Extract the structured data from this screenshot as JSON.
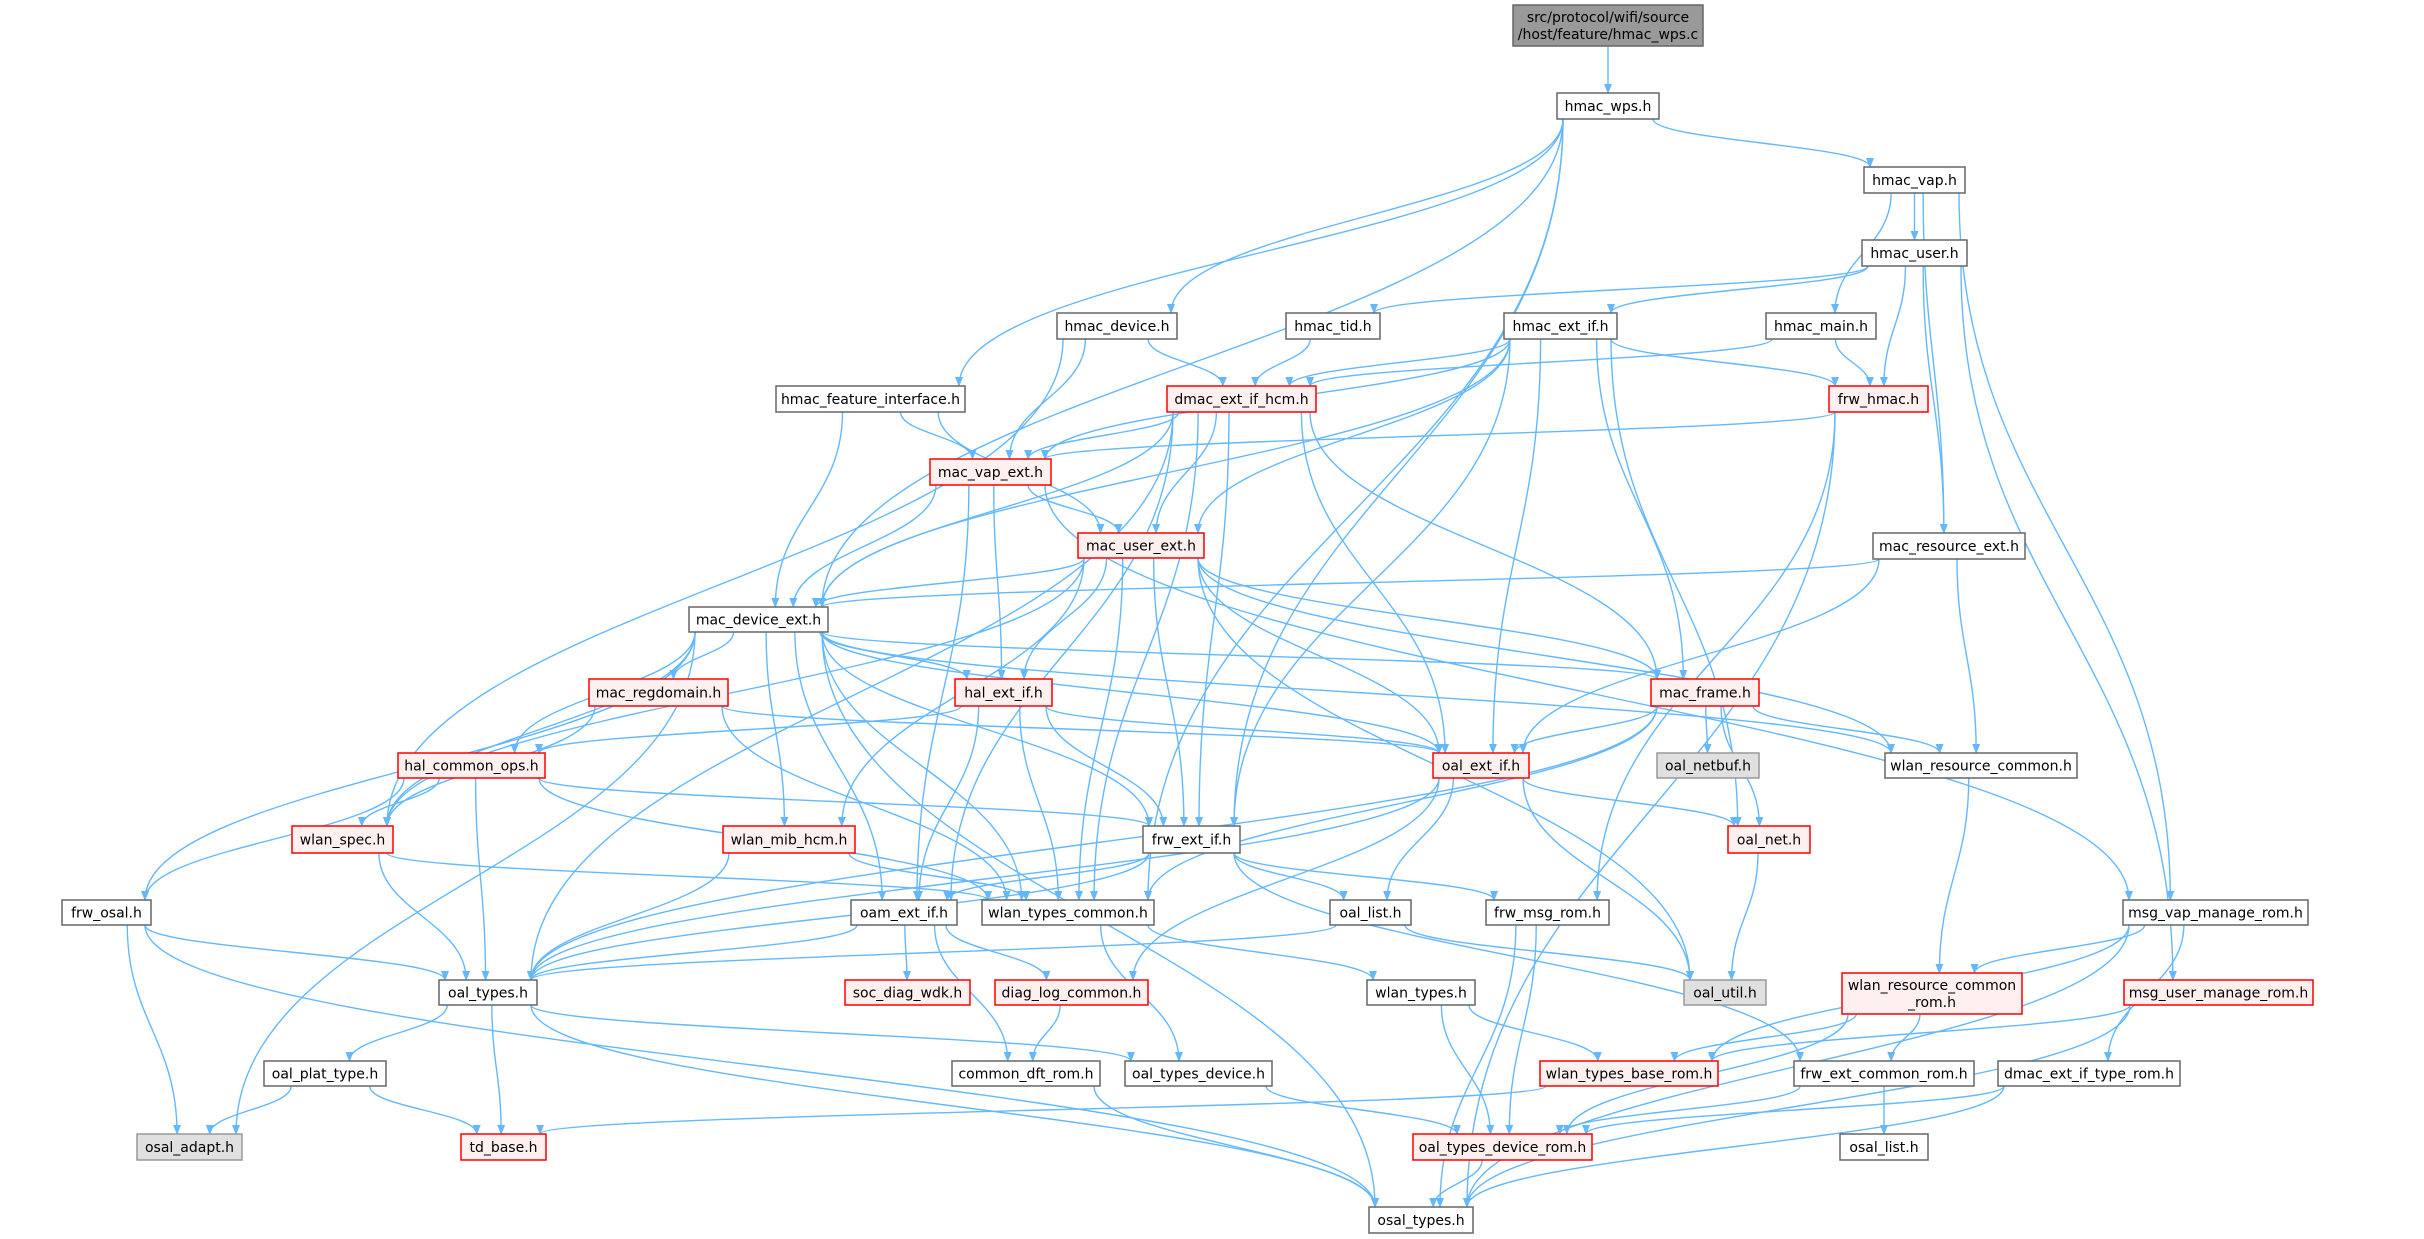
{
  "graph": {
    "edge_color": "#63B8FF",
    "nodes": [
      {
        "id": "root",
        "lines": [
          "src/protocol/wifi/source",
          "/host/feature/hmac_wps.c"
        ],
        "style": "root"
      },
      {
        "id": "hmac_wps.h",
        "lines": [
          "hmac_wps.h"
        ],
        "style": "normal"
      },
      {
        "id": "hmac_vap.h",
        "lines": [
          "hmac_vap.h"
        ],
        "style": "normal"
      },
      {
        "id": "hmac_user.h",
        "lines": [
          "hmac_user.h"
        ],
        "style": "normal"
      },
      {
        "id": "hmac_device.h",
        "lines": [
          "hmac_device.h"
        ],
        "style": "normal"
      },
      {
        "id": "hmac_tid.h",
        "lines": [
          "hmac_tid.h"
        ],
        "style": "normal"
      },
      {
        "id": "hmac_ext_if.h",
        "lines": [
          "hmac_ext_if.h"
        ],
        "style": "normal"
      },
      {
        "id": "hmac_main.h",
        "lines": [
          "hmac_main.h"
        ],
        "style": "normal"
      },
      {
        "id": "hmac_feature_interface.h",
        "lines": [
          "hmac_feature_interface.h"
        ],
        "style": "normal"
      },
      {
        "id": "dmac_ext_if_hcm.h",
        "lines": [
          "dmac_ext_if_hcm.h"
        ],
        "style": "red"
      },
      {
        "id": "frw_hmac.h",
        "lines": [
          "frw_hmac.h"
        ],
        "style": "red"
      },
      {
        "id": "mac_vap_ext.h",
        "lines": [
          "mac_vap_ext.h"
        ],
        "style": "red"
      },
      {
        "id": "mac_user_ext.h",
        "lines": [
          "mac_user_ext.h"
        ],
        "style": "red"
      },
      {
        "id": "mac_resource_ext.h",
        "lines": [
          "mac_resource_ext.h"
        ],
        "style": "normal"
      },
      {
        "id": "mac_device_ext.h",
        "lines": [
          "mac_device_ext.h"
        ],
        "style": "normal"
      },
      {
        "id": "mac_regdomain.h",
        "lines": [
          "mac_regdomain.h"
        ],
        "style": "red"
      },
      {
        "id": "hal_ext_if.h",
        "lines": [
          "hal_ext_if.h"
        ],
        "style": "red"
      },
      {
        "id": "mac_frame.h",
        "lines": [
          "mac_frame.h"
        ],
        "style": "red"
      },
      {
        "id": "hal_common_ops.h",
        "lines": [
          "hal_common_ops.h"
        ],
        "style": "red"
      },
      {
        "id": "oal_ext_if.h",
        "lines": [
          "oal_ext_if.h"
        ],
        "style": "red"
      },
      {
        "id": "oal_netbuf.h",
        "lines": [
          "oal_netbuf.h"
        ],
        "style": "gray"
      },
      {
        "id": "wlan_resource_common.h",
        "lines": [
          "wlan_resource_common.h"
        ],
        "style": "normal"
      },
      {
        "id": "wlan_spec.h",
        "lines": [
          "wlan_spec.h"
        ],
        "style": "red"
      },
      {
        "id": "wlan_mib_hcm.h",
        "lines": [
          "wlan_mib_hcm.h"
        ],
        "style": "red"
      },
      {
        "id": "frw_ext_if.h",
        "lines": [
          "frw_ext_if.h"
        ],
        "style": "normal"
      },
      {
        "id": "oal_net.h",
        "lines": [
          "oal_net.h"
        ],
        "style": "red"
      },
      {
        "id": "frw_osal.h",
        "lines": [
          "frw_osal.h"
        ],
        "style": "normal"
      },
      {
        "id": "oam_ext_if.h",
        "lines": [
          "oam_ext_if.h"
        ],
        "style": "normal"
      },
      {
        "id": "wlan_types_common.h",
        "lines": [
          "wlan_types_common.h"
        ],
        "style": "normal"
      },
      {
        "id": "oal_list.h",
        "lines": [
          "oal_list.h"
        ],
        "style": "normal"
      },
      {
        "id": "frw_msg_rom.h",
        "lines": [
          "frw_msg_rom.h"
        ],
        "style": "normal"
      },
      {
        "id": "msg_vap_manage_rom.h",
        "lines": [
          "msg_vap_manage_rom.h"
        ],
        "style": "normal"
      },
      {
        "id": "oal_types.h",
        "lines": [
          "oal_types.h"
        ],
        "style": "normal"
      },
      {
        "id": "soc_diag_wdk.h",
        "lines": [
          "soc_diag_wdk.h"
        ],
        "style": "red"
      },
      {
        "id": "diag_log_common.h",
        "lines": [
          "diag_log_common.h"
        ],
        "style": "red"
      },
      {
        "id": "wlan_types.h",
        "lines": [
          "wlan_types.h"
        ],
        "style": "normal"
      },
      {
        "id": "oal_util.h",
        "lines": [
          "oal_util.h"
        ],
        "style": "gray"
      },
      {
        "id": "wlan_resource_common_rom.h",
        "lines": [
          "wlan_resource_common",
          "_rom.h"
        ],
        "style": "red"
      },
      {
        "id": "msg_user_manage_rom.h",
        "lines": [
          "msg_user_manage_rom.h"
        ],
        "style": "red"
      },
      {
        "id": "oal_plat_type.h",
        "lines": [
          "oal_plat_type.h"
        ],
        "style": "normal"
      },
      {
        "id": "common_dft_rom.h",
        "lines": [
          "common_dft_rom.h"
        ],
        "style": "normal"
      },
      {
        "id": "oal_types_device.h",
        "lines": [
          "oal_types_device.h"
        ],
        "style": "normal"
      },
      {
        "id": "wlan_types_base_rom.h",
        "lines": [
          "wlan_types_base_rom.h"
        ],
        "style": "red"
      },
      {
        "id": "frw_ext_common_rom.h",
        "lines": [
          "frw_ext_common_rom.h"
        ],
        "style": "normal"
      },
      {
        "id": "dmac_ext_if_type_rom.h",
        "lines": [
          "dmac_ext_if_type_rom.h"
        ],
        "style": "normal"
      },
      {
        "id": "osal_adapt.h",
        "lines": [
          "osal_adapt.h"
        ],
        "style": "gray"
      },
      {
        "id": "td_base.h",
        "lines": [
          "td_base.h"
        ],
        "style": "red"
      },
      {
        "id": "oal_types_device_rom.h",
        "lines": [
          "oal_types_device_rom.h"
        ],
        "style": "red"
      },
      {
        "id": "osal_list.h",
        "lines": [
          "osal_list.h"
        ],
        "style": "normal"
      },
      {
        "id": "osal_types.h",
        "lines": [
          "osal_types.h"
        ],
        "style": "normal"
      }
    ],
    "edges": [
      [
        "root",
        "hmac_wps.h"
      ],
      [
        "hmac_wps.h",
        "hmac_vap.h"
      ],
      [
        "hmac_wps.h",
        "hmac_device.h"
      ],
      [
        "hmac_wps.h",
        "hmac_feature_interface.h"
      ],
      [
        "hmac_wps.h",
        "mac_device_ext.h"
      ],
      [
        "hmac_wps.h",
        "frw_ext_if.h"
      ],
      [
        "hmac_wps.h",
        "wlan_types_common.h"
      ],
      [
        "hmac_vap.h",
        "hmac_user.h"
      ],
      [
        "hmac_vap.h",
        "hmac_main.h"
      ],
      [
        "hmac_vap.h",
        "mac_resource_ext.h"
      ],
      [
        "hmac_vap.h",
        "msg_vap_manage_rom.h"
      ],
      [
        "hmac_user.h",
        "hmac_tid.h"
      ],
      [
        "hmac_user.h",
        "hmac_ext_if.h"
      ],
      [
        "hmac_user.h",
        "frw_hmac.h"
      ],
      [
        "hmac_user.h",
        "mac_resource_ext.h"
      ],
      [
        "hmac_user.h",
        "msg_user_manage_rom.h"
      ],
      [
        "hmac_device.h",
        "dmac_ext_if_hcm.h"
      ],
      [
        "hmac_device.h",
        "mac_vap_ext.h"
      ],
      [
        "hmac_device.h",
        "wlan_spec.h"
      ],
      [
        "hmac_tid.h",
        "dmac_ext_if_hcm.h"
      ],
      [
        "hmac_ext_if.h",
        "dmac_ext_if_hcm.h"
      ],
      [
        "hmac_ext_if.h",
        "frw_hmac.h"
      ],
      [
        "hmac_ext_if.h",
        "mac_vap_ext.h"
      ],
      [
        "hmac_ext_if.h",
        "mac_user_ext.h"
      ],
      [
        "hmac_ext_if.h",
        "mac_device_ext.h"
      ],
      [
        "hmac_ext_if.h",
        "mac_frame.h"
      ],
      [
        "hmac_ext_if.h",
        "oal_ext_if.h"
      ],
      [
        "hmac_ext_if.h",
        "frw_ext_if.h"
      ],
      [
        "hmac_ext_if.h",
        "oal_net.h"
      ],
      [
        "hmac_main.h",
        "dmac_ext_if_hcm.h"
      ],
      [
        "hmac_main.h",
        "frw_hmac.h"
      ],
      [
        "frw_hmac.h",
        "mac_vap_ext.h"
      ],
      [
        "frw_hmac.h",
        "frw_msg_rom.h"
      ],
      [
        "frw_hmac.h",
        "osal_types.h"
      ],
      [
        "hmac_feature_interface.h",
        "mac_vap_ext.h"
      ],
      [
        "hmac_feature_interface.h",
        "mac_user_ext.h"
      ],
      [
        "hmac_feature_interface.h",
        "mac_device_ext.h"
      ],
      [
        "dmac_ext_if_hcm.h",
        "mac_vap_ext.h"
      ],
      [
        "dmac_ext_if_hcm.h",
        "mac_user_ext.h"
      ],
      [
        "dmac_ext_if_hcm.h",
        "mac_device_ext.h"
      ],
      [
        "dmac_ext_if_hcm.h",
        "mac_frame.h"
      ],
      [
        "dmac_ext_if_hcm.h",
        "oal_ext_if.h"
      ],
      [
        "dmac_ext_if_hcm.h",
        "frw_ext_if.h"
      ],
      [
        "dmac_ext_if_hcm.h",
        "wlan_types_common.h"
      ],
      [
        "dmac_ext_if_hcm.h",
        "oam_ext_if.h"
      ],
      [
        "dmac_ext_if_hcm.h",
        "oal_types.h"
      ],
      [
        "mac_vap_ext.h",
        "mac_user_ext.h"
      ],
      [
        "mac_vap_ext.h",
        "mac_device_ext.h"
      ],
      [
        "mac_vap_ext.h",
        "hal_ext_if.h"
      ],
      [
        "mac_vap_ext.h",
        "msg_vap_manage_rom.h"
      ],
      [
        "mac_vap_ext.h",
        "oam_ext_if.h"
      ],
      [
        "mac_user_ext.h",
        "mac_device_ext.h"
      ],
      [
        "mac_user_ext.h",
        "hal_ext_if.h"
      ],
      [
        "mac_user_ext.h",
        "mac_frame.h"
      ],
      [
        "mac_user_ext.h",
        "oal_ext_if.h"
      ],
      [
        "mac_user_ext.h",
        "frw_ext_if.h"
      ],
      [
        "mac_user_ext.h",
        "wlan_types_common.h"
      ],
      [
        "mac_user_ext.h",
        "wlan_resource_common.h"
      ],
      [
        "mac_user_ext.h",
        "wlan_mib_hcm.h"
      ],
      [
        "mac_user_ext.h",
        "oal_util.h"
      ],
      [
        "mac_user_ext.h",
        "wlan_spec.h"
      ],
      [
        "mac_resource_ext.h",
        "mac_device_ext.h"
      ],
      [
        "mac_resource_ext.h",
        "oal_ext_if.h"
      ],
      [
        "mac_resource_ext.h",
        "wlan_resource_common.h"
      ],
      [
        "mac_device_ext.h",
        "mac_regdomain.h"
      ],
      [
        "mac_device_ext.h",
        "hal_ext_if.h"
      ],
      [
        "mac_device_ext.h",
        "mac_frame.h"
      ],
      [
        "mac_device_ext.h",
        "oal_ext_if.h"
      ],
      [
        "mac_device_ext.h",
        "hal_common_ops.h"
      ],
      [
        "mac_device_ext.h",
        "wlan_spec.h"
      ],
      [
        "mac_device_ext.h",
        "wlan_mib_hcm.h"
      ],
      [
        "mac_device_ext.h",
        "frw_ext_if.h"
      ],
      [
        "mac_device_ext.h",
        "frw_osal.h"
      ],
      [
        "mac_device_ext.h",
        "oam_ext_if.h"
      ],
      [
        "mac_device_ext.h",
        "wlan_types_common.h"
      ],
      [
        "mac_device_ext.h",
        "wlan_resource_common.h"
      ],
      [
        "mac_device_ext.h",
        "osal_adapt.h"
      ],
      [
        "mac_device_ext.h",
        "osal_types.h"
      ],
      [
        "mac_regdomain.h",
        "wlan_spec.h"
      ],
      [
        "mac_regdomain.h",
        "oal_ext_if.h"
      ],
      [
        "mac_regdomain.h",
        "wlan_types_common.h"
      ],
      [
        "hal_ext_if.h",
        "hal_common_ops.h"
      ],
      [
        "hal_ext_if.h",
        "oal_ext_if.h"
      ],
      [
        "hal_ext_if.h",
        "frw_ext_if.h"
      ],
      [
        "hal_ext_if.h",
        "oam_ext_if.h"
      ],
      [
        "hal_ext_if.h",
        "wlan_types_common.h"
      ],
      [
        "mac_frame.h",
        "oal_ext_if.h"
      ],
      [
        "mac_frame.h",
        "oal_netbuf.h"
      ],
      [
        "mac_frame.h",
        "wlan_resource_common.h"
      ],
      [
        "mac_frame.h",
        "oal_net.h"
      ],
      [
        "mac_frame.h",
        "wlan_types_common.h"
      ],
      [
        "mac_frame.h",
        "oal_types.h"
      ],
      [
        "hal_common_ops.h",
        "wlan_spec.h"
      ],
      [
        "hal_common_ops.h",
        "frw_ext_if.h"
      ],
      [
        "hal_common_ops.h",
        "frw_osal.h"
      ],
      [
        "hal_common_ops.h",
        "oal_types.h"
      ],
      [
        "hal_common_ops.h",
        "wlan_types_common.h"
      ],
      [
        "oal_ext_if.h",
        "oal_net.h"
      ],
      [
        "oal_ext_if.h",
        "oal_list.h"
      ],
      [
        "oal_ext_if.h",
        "oal_util.h"
      ],
      [
        "oal_ext_if.h",
        "oal_types.h"
      ],
      [
        "oal_ext_if.h",
        "diag_log_common.h"
      ],
      [
        "wlan_resource_common.h",
        "wlan_resource_common_rom.h"
      ],
      [
        "wlan_spec.h",
        "oal_types.h"
      ],
      [
        "wlan_spec.h",
        "wlan_types_common.h"
      ],
      [
        "wlan_mib_hcm.h",
        "oal_types.h"
      ],
      [
        "wlan_mib_hcm.h",
        "wlan_types_common.h"
      ],
      [
        "frw_ext_if.h",
        "oam_ext_if.h"
      ],
      [
        "frw_ext_if.h",
        "oal_list.h"
      ],
      [
        "frw_ext_if.h",
        "frw_msg_rom.h"
      ],
      [
        "frw_ext_if.h",
        "oal_types.h"
      ],
      [
        "frw_ext_if.h",
        "frw_ext_common_rom.h"
      ],
      [
        "oal_net.h",
        "oal_util.h"
      ],
      [
        "frw_osal.h",
        "oal_types.h"
      ],
      [
        "frw_osal.h",
        "osal_adapt.h"
      ],
      [
        "frw_osal.h",
        "osal_types.h"
      ],
      [
        "oam_ext_if.h",
        "soc_diag_wdk.h"
      ],
      [
        "oam_ext_if.h",
        "diag_log_common.h"
      ],
      [
        "oam_ext_if.h",
        "common_dft_rom.h"
      ],
      [
        "oam_ext_if.h",
        "oal_types.h"
      ],
      [
        "wlan_types_common.h",
        "wlan_types.h"
      ],
      [
        "wlan_types_common.h",
        "oal_types_device.h"
      ],
      [
        "oal_list.h",
        "oal_types.h"
      ],
      [
        "oal_list.h",
        "oal_util.h"
      ],
      [
        "frw_msg_rom.h",
        "osal_types.h"
      ],
      [
        "frw_msg_rom.h",
        "oal_types_device_rom.h"
      ],
      [
        "msg_vap_manage_rom.h",
        "wlan_resource_common_rom.h"
      ],
      [
        "msg_vap_manage_rom.h",
        "wlan_types_base_rom.h"
      ],
      [
        "msg_vap_manage_rom.h",
        "dmac_ext_if_type_rom.h"
      ],
      [
        "msg_vap_manage_rom.h",
        "osal_types.h"
      ],
      [
        "oal_types.h",
        "oal_plat_type.h"
      ],
      [
        "oal_types.h",
        "td_base.h"
      ],
      [
        "oal_types.h",
        "oal_types_device.h"
      ],
      [
        "oal_types.h",
        "osal_types.h"
      ],
      [
        "diag_log_common.h",
        "common_dft_rom.h"
      ],
      [
        "wlan_types.h",
        "wlan_types_base_rom.h"
      ],
      [
        "wlan_types.h",
        "oal_types_device_rom.h"
      ],
      [
        "wlan_resource_common_rom.h",
        "wlan_types_base_rom.h"
      ],
      [
        "wlan_resource_common_rom.h",
        "frw_ext_common_rom.h"
      ],
      [
        "wlan_resource_common_rom.h",
        "oal_types_device_rom.h"
      ],
      [
        "msg_user_manage_rom.h",
        "wlan_types_base_rom.h"
      ],
      [
        "msg_user_manage_rom.h",
        "osal_types.h"
      ],
      [
        "oal_plat_type.h",
        "osal_adapt.h"
      ],
      [
        "oal_plat_type.h",
        "td_base.h"
      ],
      [
        "common_dft_rom.h",
        "osal_types.h"
      ],
      [
        "oal_types_device.h",
        "oal_types_device_rom.h"
      ],
      [
        "wlan_types_base_rom.h",
        "td_base.h"
      ],
      [
        "frw_ext_common_rom.h",
        "osal_list.h"
      ],
      [
        "frw_ext_common_rom.h",
        "oal_types_device_rom.h"
      ],
      [
        "dmac_ext_if_type_rom.h",
        "oal_types_device_rom.h"
      ],
      [
        "dmac_ext_if_type_rom.h",
        "osal_types.h"
      ],
      [
        "oal_types_device_rom.h",
        "osal_types.h"
      ]
    ]
  }
}
